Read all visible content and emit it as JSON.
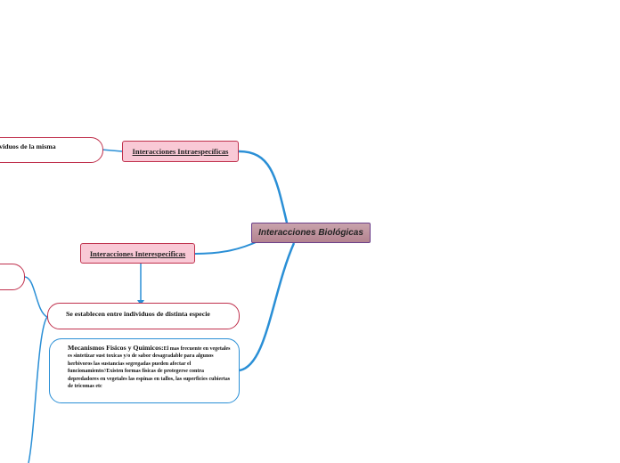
{
  "central": {
    "label": "Interacciones Biológicas"
  },
  "topics": {
    "intra": "Interacciones Intraespecíficas",
    "inter": "Interacciones Interespecificas"
  },
  "subtopics": {
    "intra_child": "ividuos de la misma",
    "inter_child": "Se establecen entre individuos de distinta especie"
  },
  "mechanisms": {
    "title": "Mecanismos Físicos y Químicos:",
    "body": "El mas frecuente en vegetales es sintetizar sust toxicas y/o de sabor desagradable para algunos herbivoros las sustancias segregadas pueden afectar el funcionamiento//Existen formas físicas de protegerse contra depredadores en vegetales las espinas en tallos, las superficies cubiertas de tricomas etc"
  },
  "colors": {
    "link": "#2a8fd6",
    "topic_fill": "#f9c9d6",
    "topic_border": "#c0314d",
    "central_fill": "#b3838f"
  }
}
